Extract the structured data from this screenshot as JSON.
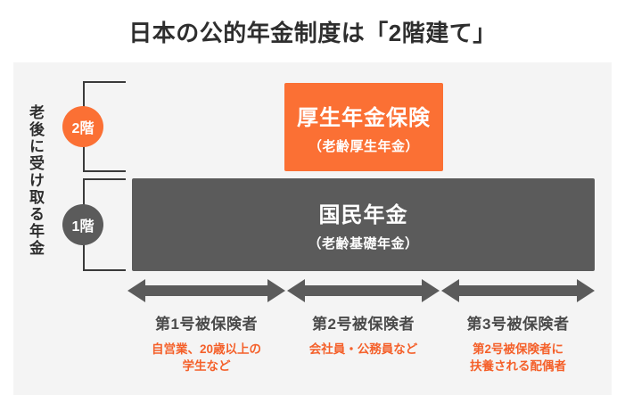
{
  "title": "日本の公的年金制度は「2階建て」",
  "colors": {
    "accent_orange": "#fb7034",
    "desc_orange": "#f4602a",
    "gray_box": "#5b5b5b",
    "panel_bg": "#f4f4f4",
    "title_text": "#2e2e2e",
    "bracket_line": "#3a3a3a",
    "arrow_fill": "#5b5b5b"
  },
  "sidebar": {
    "vertical_label": "老後に受け取る年金",
    "badges": [
      {
        "name": "floor-2",
        "label": "2階"
      },
      {
        "name": "floor-1",
        "label": "1階"
      }
    ]
  },
  "tiers": {
    "second_floor": {
      "main": "厚生年金保険",
      "sub": "（老齢厚生年金）"
    },
    "first_floor": {
      "main": "国民年金",
      "sub": "（老齢基礎年金）"
    }
  },
  "categories": [
    {
      "id": "category-1",
      "title": "第1号被保険者",
      "description": "自営業、20歳以上の\n学生など",
      "description_lines": [
        "自営業、20歳以上の",
        "学生など"
      ]
    },
    {
      "id": "category-2",
      "title": "第2号被保険者",
      "description": "会社員・公務員など",
      "description_lines": [
        "会社員・公務員など"
      ]
    },
    {
      "id": "category-3",
      "title": "第3号被保険者",
      "description": "第2号被保険者に\n扶養される配偶者",
      "description_lines": [
        "第2号被保険者に",
        "扶養される配偶者"
      ]
    }
  ]
}
